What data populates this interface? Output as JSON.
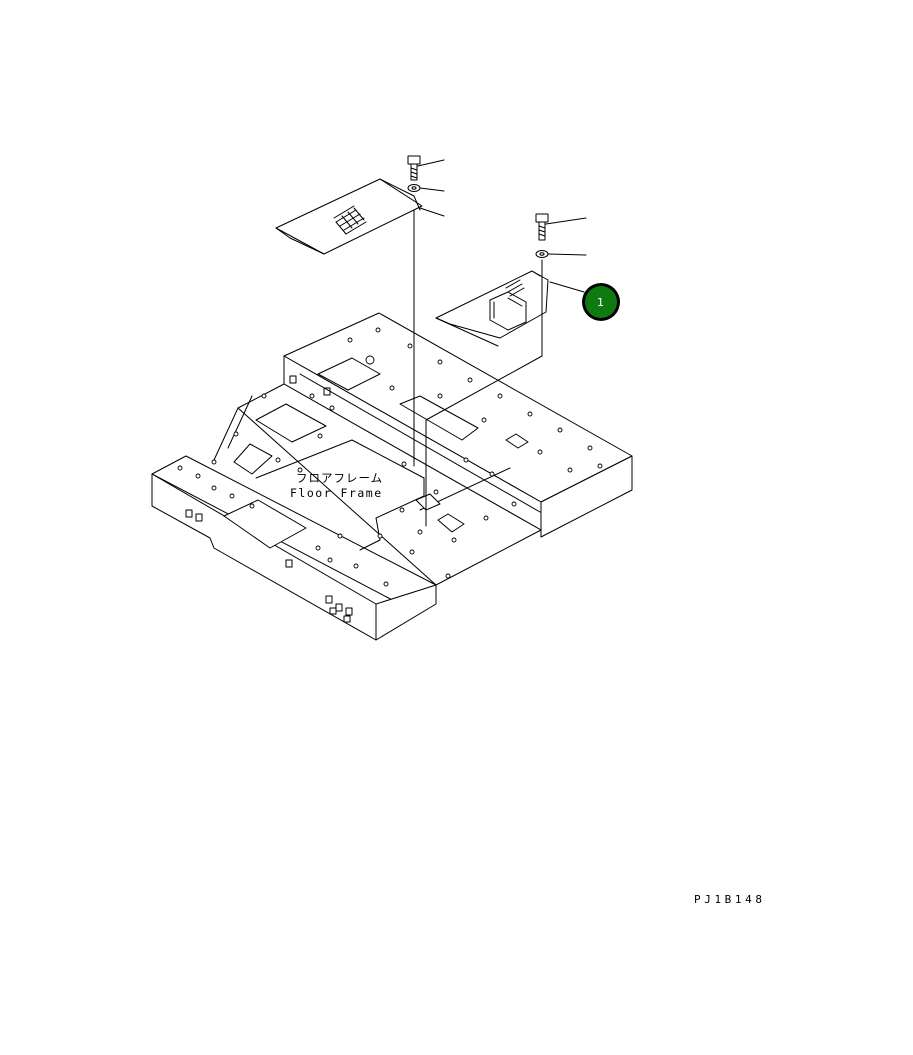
{
  "diagram": {
    "frame_label_jp": "フロアフレーム",
    "frame_label_en": "Floor Frame",
    "drawing_code": "PJ1B148",
    "callouts": [
      {
        "number": "1",
        "color": "#0f7a0f"
      }
    ]
  }
}
